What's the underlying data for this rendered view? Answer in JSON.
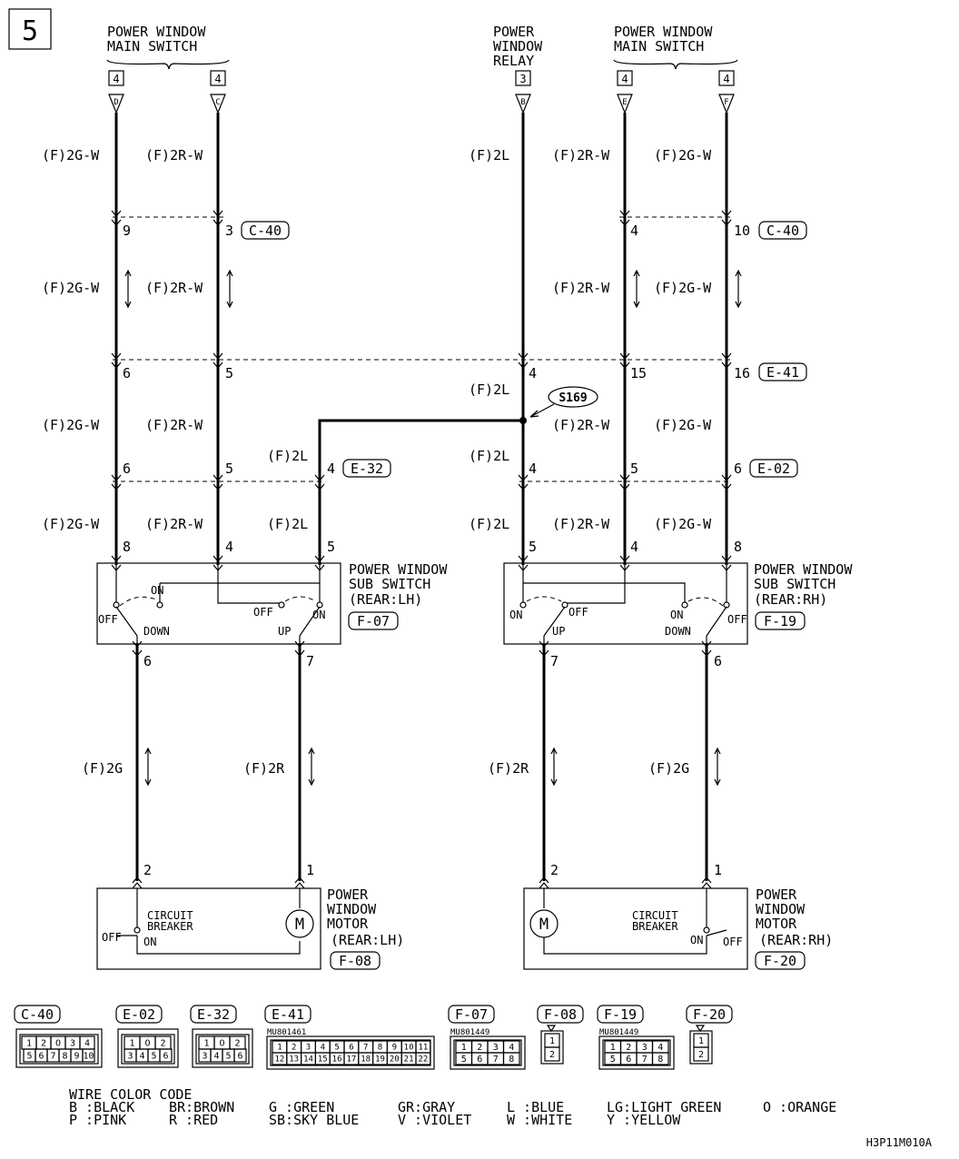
{
  "page_number": "5",
  "top_labels": {
    "main_switch_left": [
      "POWER WINDOW",
      "MAIN SWITCH"
    ],
    "relay": [
      "POWER",
      "WINDOW",
      "RELAY"
    ],
    "main_switch_right": [
      "POWER WINDOW",
      "MAIN SWITCH"
    ]
  },
  "top_connectors": {
    "c1": {
      "num": "4",
      "pin": "D"
    },
    "c2": {
      "num": "4",
      "pin": "C"
    },
    "c3": {
      "num": "3",
      "pin": "B"
    },
    "c4": {
      "num": "4",
      "pin": "E"
    },
    "c5": {
      "num": "4",
      "pin": "F"
    }
  },
  "wire_labels": {
    "w2gw": "(F)2G-W",
    "w2rw": "(F)2R-W",
    "w2l": "(F)2L",
    "w2g": "(F)2G",
    "w2r": "(F)2R"
  },
  "pins": {
    "c40_left_a": "9",
    "c40_left_b": "3",
    "c40_right_a": "4",
    "c40_right_b": "10",
    "e41_a": "6",
    "e41_b": "5",
    "e41_c": "4",
    "e41_d": "15",
    "e41_e": "16",
    "e32_a": "6",
    "e32_b": "5",
    "e32_c": "4",
    "e02_a": "4",
    "e02_b": "5",
    "e02_c": "6",
    "sw_lh_a": "8",
    "sw_lh_b": "4",
    "sw_lh_c": "5",
    "sw_rh_a": "5",
    "sw_rh_b": "4",
    "sw_rh_c": "8",
    "sw_lh_out_a": "6",
    "sw_lh_out_b": "7",
    "sw_rh_out_a": "7",
    "sw_rh_out_b": "6",
    "mot_lh_a": "2",
    "mot_lh_b": "1",
    "mot_rh_a": "2",
    "mot_rh_b": "1"
  },
  "connector_tags": {
    "c40": "C-40",
    "e41": "E-41",
    "e32": "E-32",
    "e02": "E-02",
    "f07": "F-07",
    "f19": "F-19",
    "f08": "F-08",
    "f20": "F-20"
  },
  "splice": "S169",
  "components": {
    "sub_switch_lh": [
      "POWER WINDOW",
      "SUB SWITCH",
      "(REAR:LH)"
    ],
    "sub_switch_rh": [
      "POWER WINDOW",
      "SUB SWITCH",
      "(REAR:RH)"
    ],
    "motor_lh": [
      "POWER",
      "WINDOW",
      "MOTOR",
      "(REAR:LH)"
    ],
    "motor_rh": [
      "POWER",
      "WINDOW",
      "MOTOR",
      "(REAR:RH)"
    ],
    "circuit_breaker": [
      "CIRCUIT",
      "BREAKER"
    ]
  },
  "switch_states": {
    "off": "OFF",
    "on": "ON",
    "up": "UP",
    "down": "DOWN"
  },
  "connector_faces": {
    "c40_pins": [
      "1",
      "2",
      "O",
      "3",
      "4",
      "5",
      "6",
      "7",
      "8",
      "9",
      "10"
    ],
    "e02_pins": [
      "1",
      "O",
      "2",
      "3",
      "4",
      "5",
      "6"
    ],
    "e32_pins": [
      "1",
      "O",
      "2",
      "3",
      "4",
      "5",
      "6"
    ],
    "e41_part": "MU801461",
    "e41_pins": [
      "1",
      "2",
      "3",
      "4",
      "5",
      "6",
      "7",
      "8",
      "9",
      "10",
      "11",
      "12",
      "13",
      "14",
      "15",
      "16",
      "17",
      "18",
      "19",
      "20",
      "21",
      "22"
    ],
    "f07_part": "MU801449",
    "f07_pins": [
      "1",
      "2",
      "3",
      "4",
      "5",
      "6",
      "7",
      "8"
    ],
    "f08_pins": [
      "1",
      "2"
    ],
    "f19_part": "MU801449",
    "f19_pins": [
      "1",
      "2",
      "3",
      "4",
      "5",
      "6",
      "7",
      "8"
    ],
    "f20_pins": [
      "1",
      "2"
    ]
  },
  "color_code": {
    "title": "WIRE COLOR CODE",
    "row1": [
      "B :BLACK",
      "BR:BROWN",
      "G :GREEN",
      "GR:GRAY",
      "L :BLUE",
      "LG:LIGHT GREEN",
      "O :ORANGE"
    ],
    "row2": [
      "P :PINK",
      "R :RED",
      "SB:SKY BLUE",
      "V :VIOLET",
      "W :WHITE",
      "Y :YELLOW"
    ]
  },
  "diagram_code": "H3P11M010A"
}
